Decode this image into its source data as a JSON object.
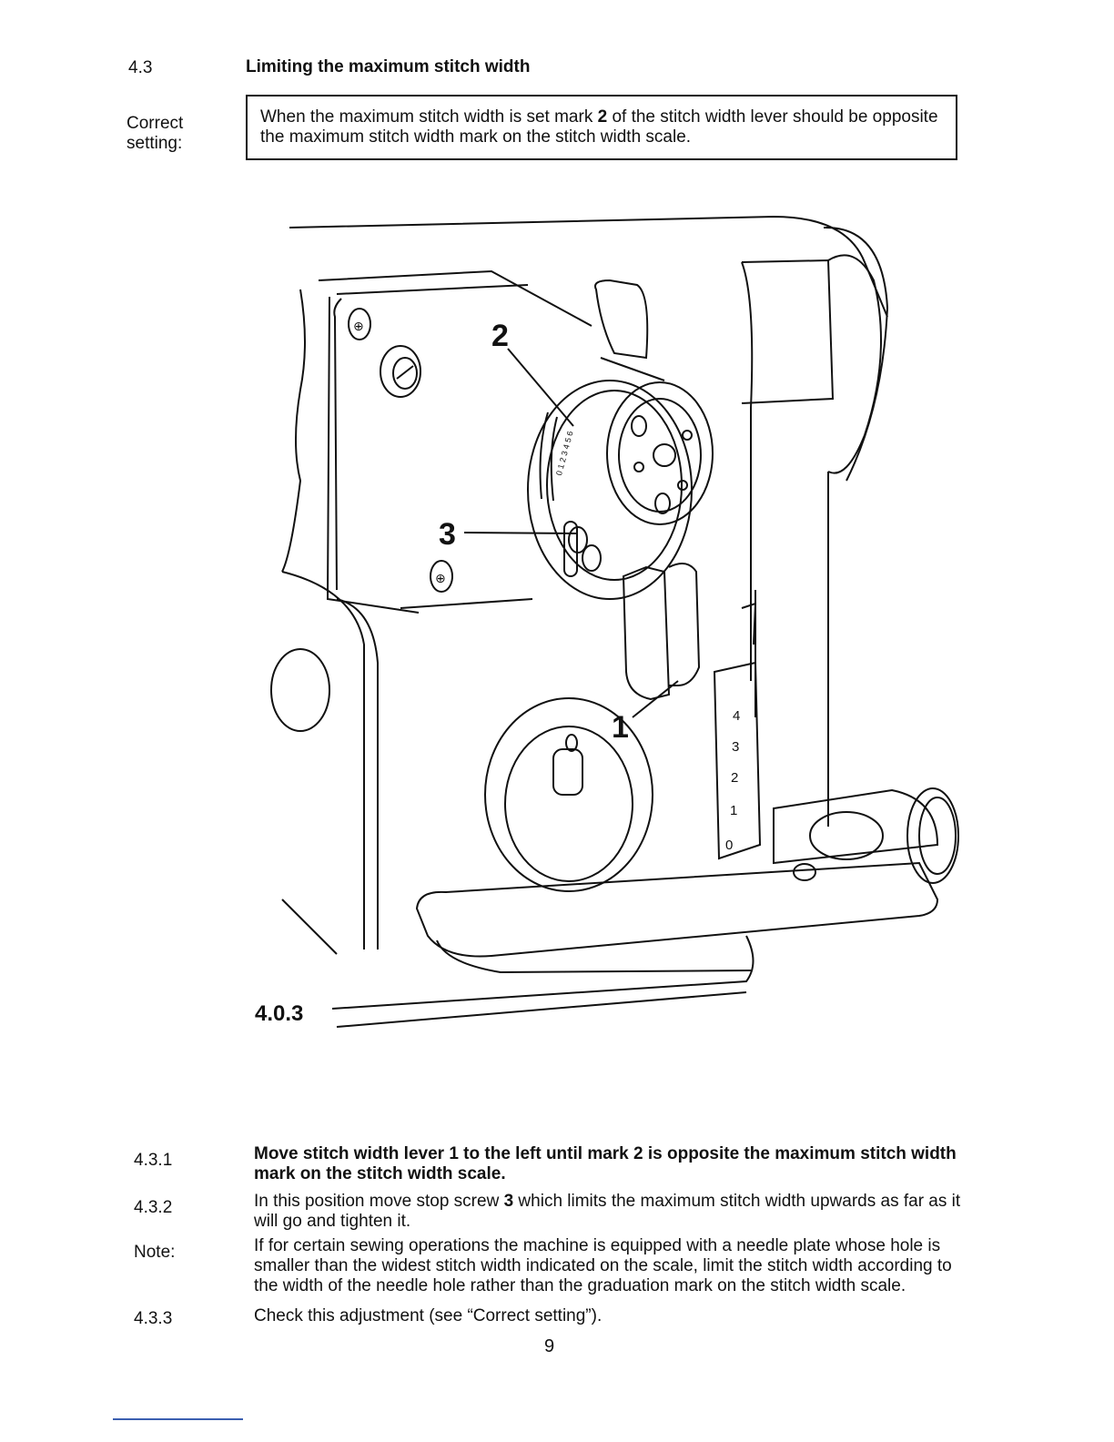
{
  "section": {
    "number": "4.3",
    "title": "Limiting the maximum stitch width"
  },
  "correct_setting": {
    "label": "Correct setting:",
    "text_a": "When the maximum stitch width is set mark ",
    "mark": "2",
    "text_b": " of the stitch width lever should be opposite the maximum stitch width mark on the stitch width scale."
  },
  "figure": {
    "caption": "4.0.3",
    "callouts": [
      "1",
      "2",
      "3"
    ],
    "scale_marks": [
      "0",
      "1",
      "2",
      "3",
      "4"
    ],
    "dial_marks": "0 1 2 3 4 5 6"
  },
  "steps": [
    {
      "num": "4.3.1",
      "text": "Move stitch width lever 1 to the left until mark 2 is opposite the maximum stitch width mark on the stitch width scale."
    },
    {
      "num": "4.3.2",
      "text_a": "In this position move stop screw ",
      "ref": "3",
      "text_b": " which limits the maximum stitch width upwards as far as it will go and tighten it."
    },
    {
      "num": "Note:",
      "text": "If for certain sewing operations the machine is equipped with a needle plate whose hole is smaller than the widest stitch width indicated on the scale, limit the stitch width according to the width of the needle hole rather than the graduation mark on the stitch width scale."
    },
    {
      "num": "4.3.3",
      "text": "Check this adjustment (see “Correct setting”)."
    }
  ],
  "page_number": "9"
}
